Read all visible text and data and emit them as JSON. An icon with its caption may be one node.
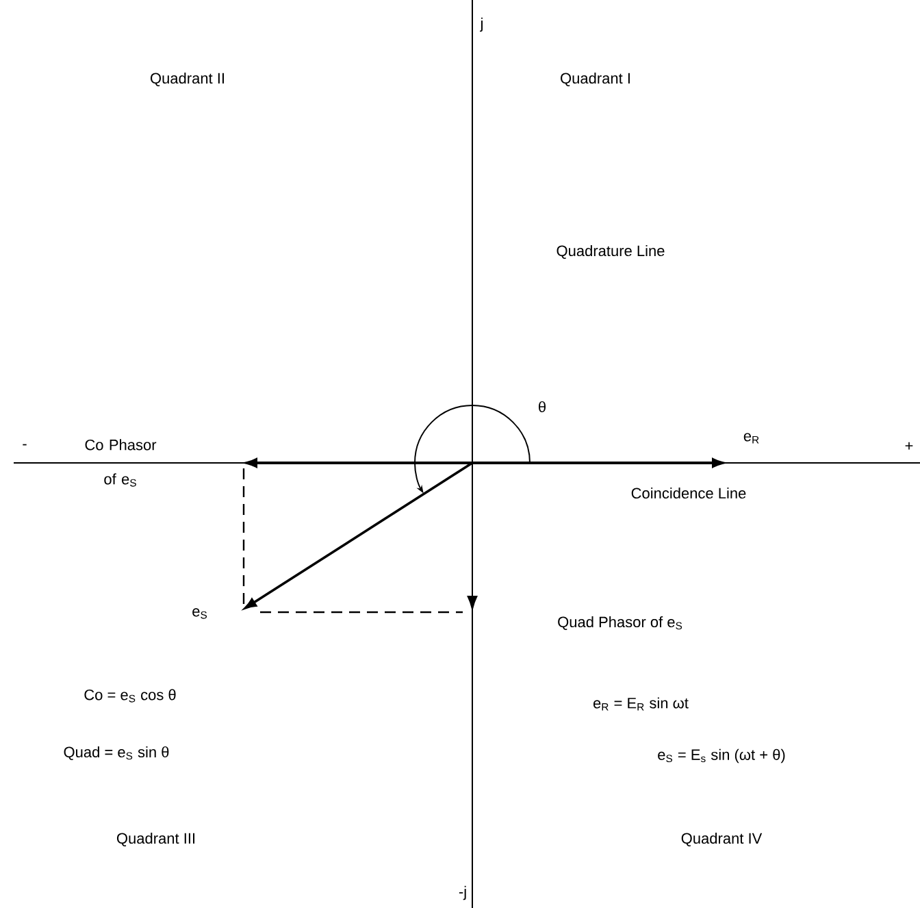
{
  "diagram": {
    "labels": [
      "j",
      "Quadrant II",
      "Quadrant I",
      "Quadrature Line",
      "θ",
      "-",
      "Co Phasor of e$_{S}$",
      "e$_{R}$",
      "+",
      "Coincidence Line",
      "e$_{S}$",
      "Quad Phasor of e$_{S}$",
      "Co = e$_{S}$ cos θ",
      "e$_{R}$ = E$_{R}$ sin ωt",
      "Quad = e$_{S}$ sin θ",
      "e$_{S}$ = E$_{s}$ sin (ωt + θ)",
      "Quadrant III",
      "Quadrant IV",
      "-j"
    ]
  }
}
